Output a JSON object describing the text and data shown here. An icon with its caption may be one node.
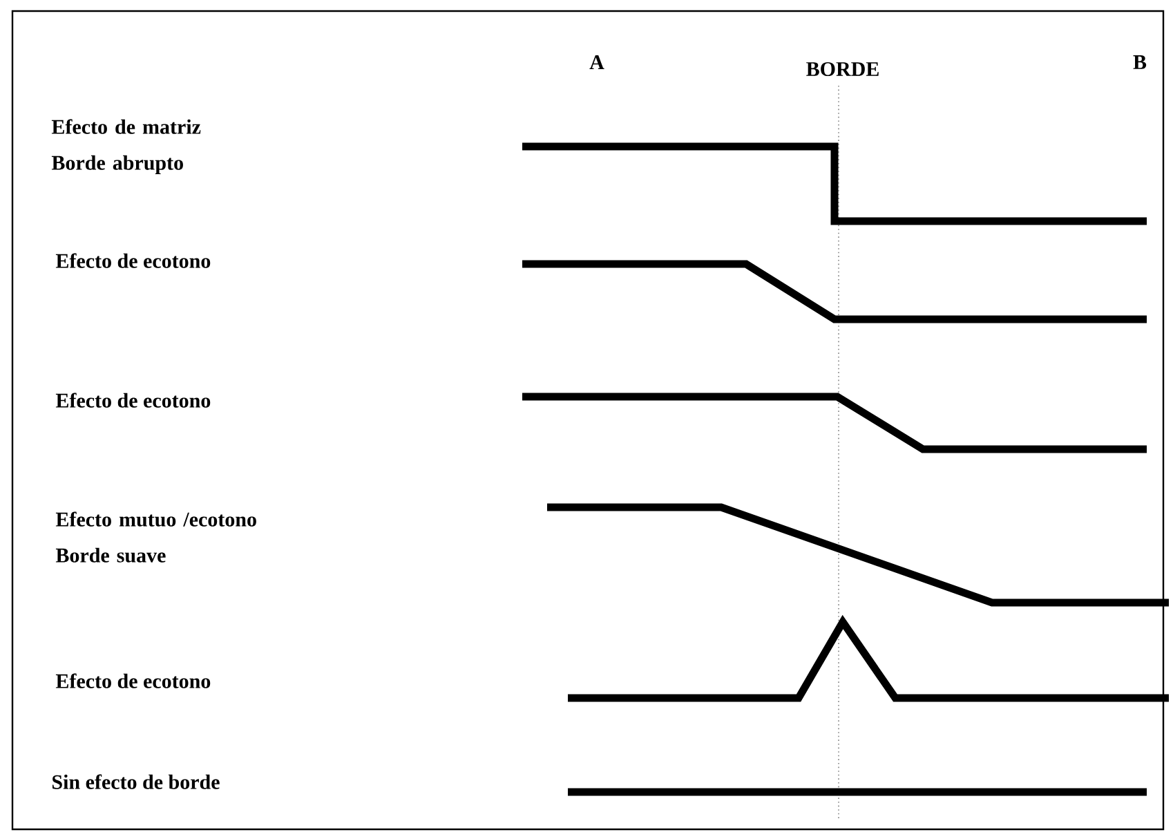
{
  "diagram": {
    "labels": [
      "A",
      "BORDE",
      "B",
      "Efecto de matriz Borde abrupto",
      "Efecto de ecotono",
      "Efecto de ecotono",
      "Efecto mutuo /ecotono Borde suave",
      "Efecto de ecotono",
      "Sin efecto de borde"
    ]
  }
}
